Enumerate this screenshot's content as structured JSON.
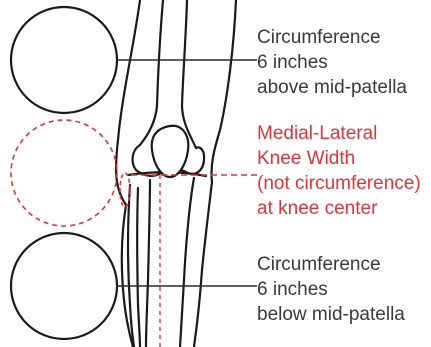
{
  "diagram": {
    "labels": {
      "above": {
        "line1": "Circumference",
        "line2": "6 inches",
        "line3": "above mid-patella"
      },
      "knee_width": {
        "line1": "Medial-Lateral",
        "line2": "Knee Width",
        "line3": "(not circumference)",
        "line4": "at knee center"
      },
      "below": {
        "line1": "Circumference",
        "line2": "6 inches",
        "line3": "below mid-patella"
      }
    },
    "colors": {
      "outline": "#1a1a1a",
      "label_text": "#3a3a3a",
      "accent_red": "#e0343a",
      "leader_line": "#2a2a2a"
    }
  }
}
